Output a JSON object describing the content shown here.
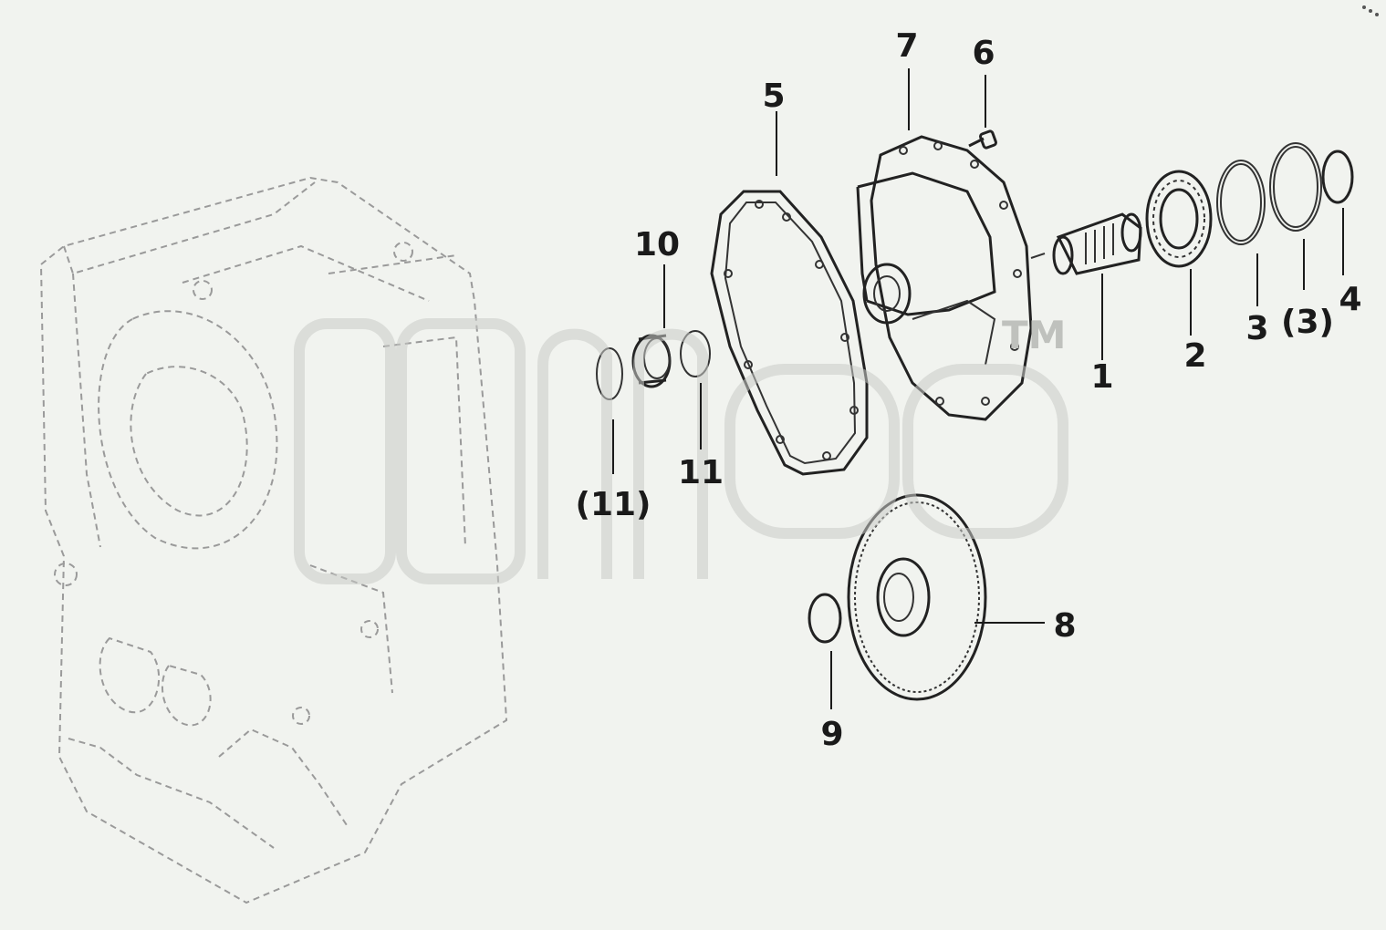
{
  "labels": {
    "l1": "1",
    "l2": "2",
    "l3": "3",
    "l3b": "(3)",
    "l4": "4",
    "l5": "5",
    "l6": "6",
    "l7": "7",
    "l8": "8",
    "l9": "9",
    "l10": "10",
    "l11": "11",
    "l11b": "(11)"
  },
  "watermark": {
    "trademark": "TM"
  }
}
